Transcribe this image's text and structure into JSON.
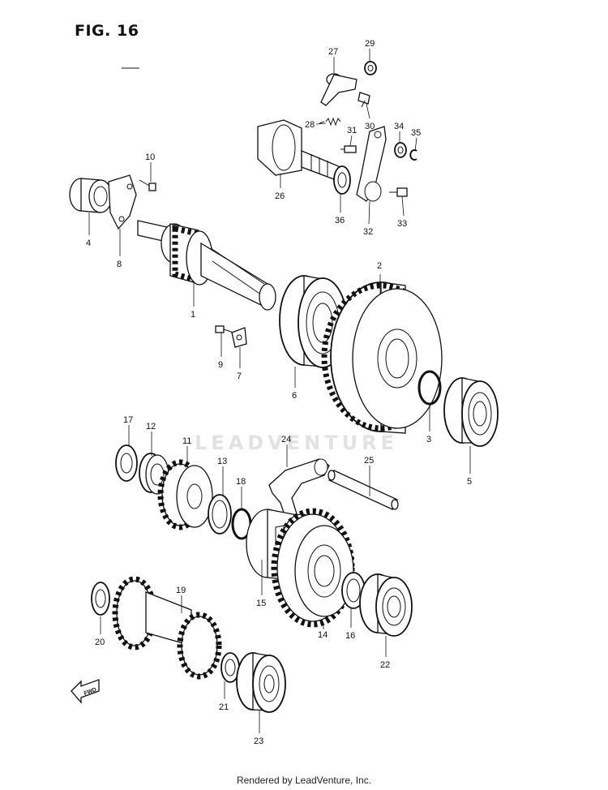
{
  "figure": {
    "title": "FIG. 16"
  },
  "watermark": "LEADVENTURE",
  "footer": "Rendered by LeadVenture, Inc.",
  "direction_label": "FWD",
  "callouts": [
    {
      "n": "1"
    },
    {
      "n": "2"
    },
    {
      "n": "3"
    },
    {
      "n": "4"
    },
    {
      "n": "5"
    },
    {
      "n": "6"
    },
    {
      "n": "7"
    },
    {
      "n": "8"
    },
    {
      "n": "9"
    },
    {
      "n": "10"
    },
    {
      "n": "11"
    },
    {
      "n": "12"
    },
    {
      "n": "13"
    },
    {
      "n": "14"
    },
    {
      "n": "15"
    },
    {
      "n": "16"
    },
    {
      "n": "17"
    },
    {
      "n": "18"
    },
    {
      "n": "19"
    },
    {
      "n": "20"
    },
    {
      "n": "21"
    },
    {
      "n": "22"
    },
    {
      "n": "23"
    },
    {
      "n": "24"
    },
    {
      "n": "25"
    },
    {
      "n": "26"
    },
    {
      "n": "27"
    },
    {
      "n": "28"
    },
    {
      "n": "29"
    },
    {
      "n": "30"
    },
    {
      "n": "31"
    },
    {
      "n": "32"
    },
    {
      "n": "33"
    },
    {
      "n": "34"
    },
    {
      "n": "35"
    },
    {
      "n": "36"
    }
  ]
}
